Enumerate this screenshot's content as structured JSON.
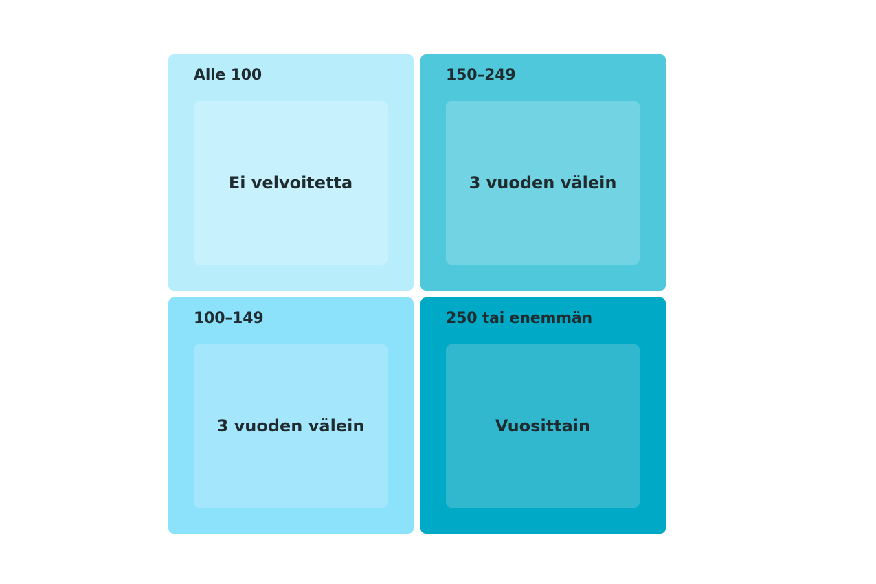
{
  "cells": [
    {
      "title": "Alle 100",
      "content": "Ei velvoitetta",
      "outer_color": "#b8edfc",
      "inner_color": "#c7f1fd"
    },
    {
      "title": "150–249",
      "content": "3 vuoden välein",
      "outer_color": "#4fc8dc",
      "inner_color": "#72d3e2"
    },
    {
      "title": "100–149",
      "content": "3 vuoden välein",
      "outer_color": "#8ce2fb",
      "inner_color": "#a4e7fc"
    },
    {
      "title": "250 tai enemmän",
      "content": "Vuosittain",
      "outer_color": "#00a9c6",
      "inner_color": "#31b8cf"
    }
  ]
}
